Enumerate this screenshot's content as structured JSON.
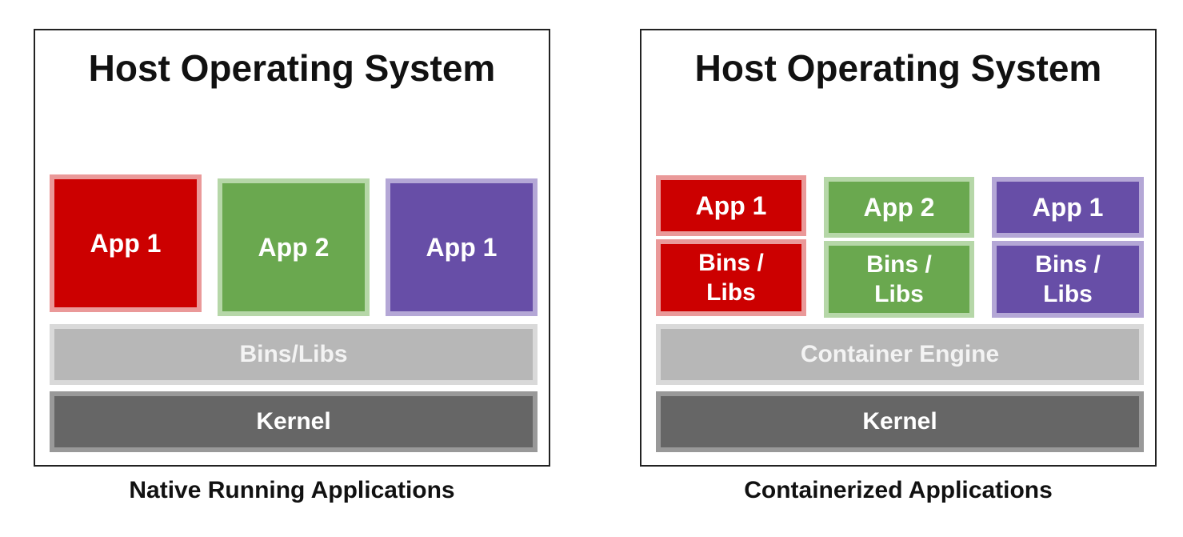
{
  "native": {
    "title": "Host Operating System",
    "apps": [
      {
        "label": "App 1",
        "color": "#cc0000"
      },
      {
        "label": "App 2",
        "color": "#6aa84f"
      },
      {
        "label": "App 1",
        "color": "#674ea7"
      }
    ],
    "libs_layer": "Bins/Libs",
    "kernel": "Kernel",
    "caption": "Native Running Applications"
  },
  "containerized": {
    "title": "Host Operating System",
    "containers": [
      {
        "app": "App 1",
        "libs": "Bins / Libs",
        "color": "#cc0000"
      },
      {
        "app": "App 2",
        "libs": "Bins / Libs",
        "color": "#6aa84f"
      },
      {
        "app": "App 1",
        "libs": "Bins / Libs",
        "color": "#674ea7"
      }
    ],
    "engine": "Container Engine",
    "kernel": "Kernel",
    "caption": "Containerized Applications"
  }
}
